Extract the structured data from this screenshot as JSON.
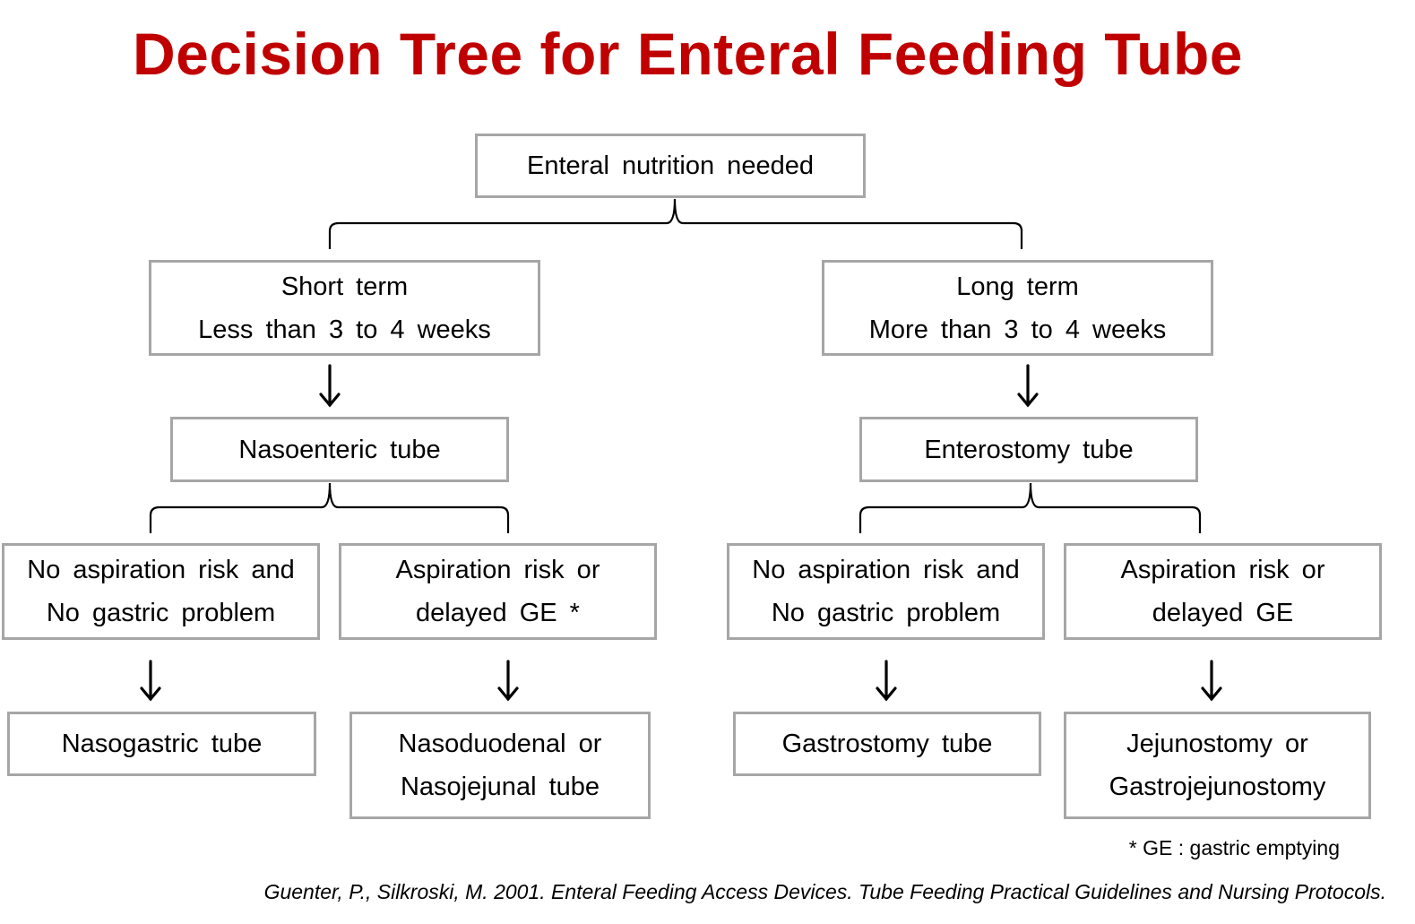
{
  "title": "Decision Tree for Enteral Feeding Tube",
  "nodes": {
    "root": {
      "line1": "Enteral nutrition needed"
    },
    "short_term": {
      "line1": "Short term",
      "line2": "Less than 3 to 4 weeks"
    },
    "long_term": {
      "line1": "Long term",
      "line2": "More than 3 to 4 weeks"
    },
    "nasoenteric": {
      "line1": "Nasoenteric tube"
    },
    "enterostomy": {
      "line1": "Enterostomy tube"
    },
    "short_no_risk": {
      "line1": "No aspiration risk and",
      "line2": "No gastric problem"
    },
    "short_risk": {
      "line1": "Aspiration risk or",
      "line2": "delayed GE *"
    },
    "long_no_risk": {
      "line1": "No aspiration risk and",
      "line2": "No gastric problem"
    },
    "long_risk": {
      "line1": "Aspiration risk or",
      "line2": "delayed GE"
    },
    "nasogastric": {
      "line1": "Nasogastric tube"
    },
    "nasoduodenal": {
      "line1": "Nasoduodenal or",
      "line2": "Nasojejunal tube"
    },
    "gastrostomy": {
      "line1": "Gastrostomy tube"
    },
    "jejunostomy": {
      "line1": "Jejunostomy or",
      "line2": "Gastrojejunostomy"
    }
  },
  "footnote": "* GE : gastric emptying",
  "citation": "Guenter, P., Silkroski, M. 2001. Enteral Feeding Access Devices. Tube Feeding Practical Guidelines and Nursing Protocols.",
  "colors": {
    "title": "#c00000",
    "box_border": "#a6a6a6",
    "lines": "#000000"
  }
}
